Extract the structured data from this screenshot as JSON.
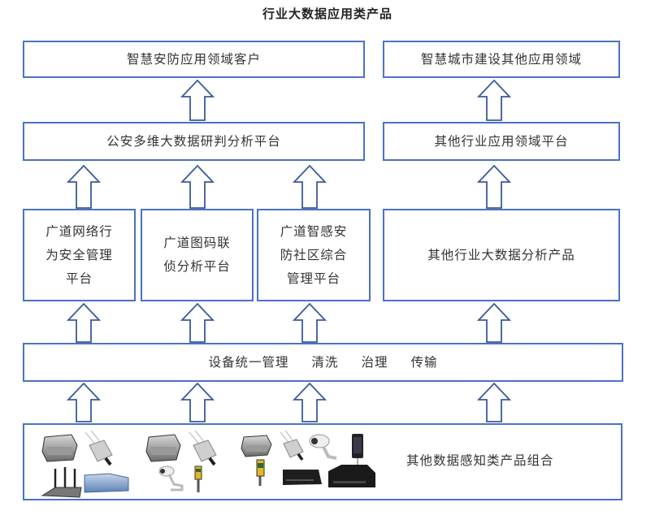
{
  "title": "行业大数据应用类产品",
  "colors": {
    "box_border": "#4a72c4",
    "arrow_stroke": "#3b5a9a"
  },
  "rows": {
    "customers": {
      "left": "智慧安防应用领域客户",
      "right": "智慧城市建设其他应用领域"
    },
    "platforms": {
      "left": "公安多维大数据研判分析平台",
      "right": "其他行业应用领域平台"
    },
    "products": {
      "items": [
        "广道网络行\n为安全管理\n平台",
        "广道图码联\n侦分析平台",
        "广道智感安\n防社区综合\n管理平台"
      ],
      "right": "其他行业大数据分析产品"
    },
    "processing": {
      "steps": [
        "设备统一管理",
        "清洗",
        "治理",
        "传输"
      ]
    },
    "sensing": {
      "groups": [
        {
          "devices": [
            "server-box",
            "wireless-collector",
            "wifi-router",
            "network-appliance"
          ]
        },
        {
          "devices": [
            "server-box",
            "wireless-collector",
            "bullet-camera",
            "rfid-reader-pole"
          ]
        },
        {
          "devices": [
            "server-box",
            "wireless-collector",
            "rfid-reader-pole",
            "bullet-camera",
            "network-switch",
            "face-terminal",
            "nvr-box"
          ]
        }
      ],
      "right": "其他数据感知类产品组合"
    }
  }
}
